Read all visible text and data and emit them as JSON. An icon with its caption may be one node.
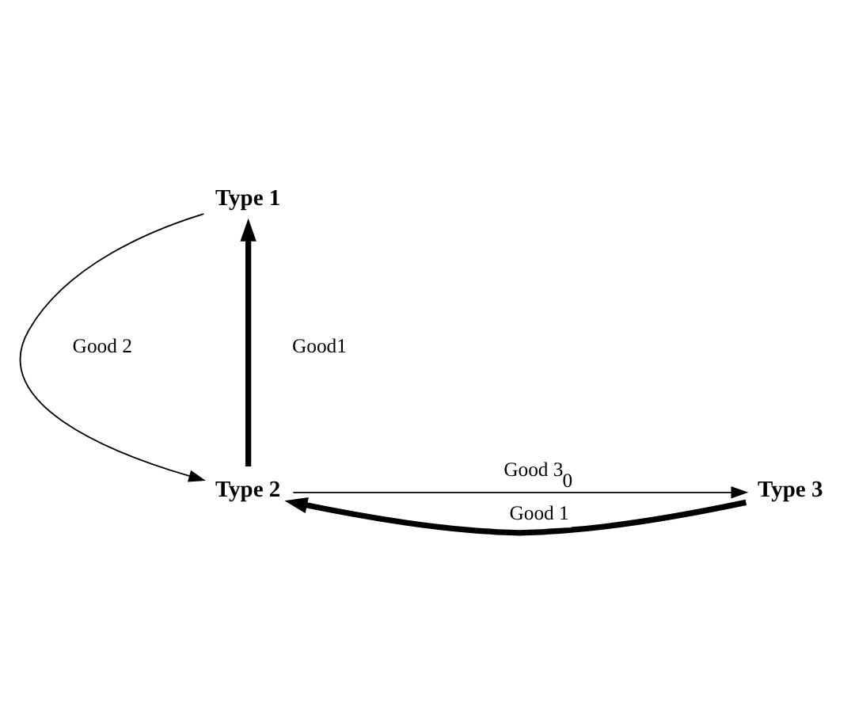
{
  "diagram": {
    "nodes": [
      {
        "text": [
          "Type 1"
        ]
      },
      {
        "text": [
          "Type 2"
        ]
      },
      {
        "text": [
          "Type 3"
        ]
      }
    ],
    "edges": [
      {
        "from": 0,
        "to": 1,
        "arrow": "to",
        "label": "Good 2"
      },
      {
        "from": 1,
        "to": 0,
        "arrow": "to",
        "label": "Good1",
        "style": "thick"
      },
      {
        "from": 2,
        "to": 1,
        "arrow": "to",
        "label": "Good 1",
        "style": "thick"
      },
      {
        "from": 1,
        "to": 2,
        "arrow": "to",
        "label": "Good 3$_{0}$"
      }
    ]
  }
}
